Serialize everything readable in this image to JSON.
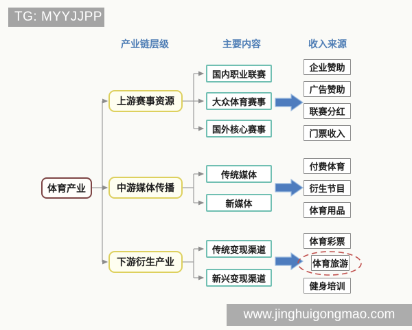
{
  "watermarks": {
    "top_badge": "TG: MYYJJPP",
    "footer_url": "www.jinghuigongmao.com"
  },
  "headers": {
    "level": "产业链层级",
    "content": "主要内容",
    "revenue": "收入来源"
  },
  "root": {
    "label": "体育产业"
  },
  "branches": [
    {
      "level": "上游赛事资源",
      "contents": [
        "国内职业联赛",
        "大众体育赛事",
        "国外核心赛事"
      ],
      "revenues": [
        "企业赞助",
        "广告赞助",
        "联赛分红",
        "门票收入"
      ]
    },
    {
      "level": "中游媒体传播",
      "contents": [
        "传统媒体",
        "新媒体"
      ],
      "revenues": [
        "付费体育",
        "衍生节目",
        "体育用品"
      ]
    },
    {
      "level": "下游衍生产业",
      "contents": [
        "传统变现渠道",
        "新兴变现渠道"
      ],
      "revenues": [
        "体育彩票",
        "体育旅游",
        "健身培训"
      ],
      "highlighted_revenue": "体育旅游"
    }
  ],
  "colors": {
    "header_text": "#4e7db5",
    "root_border": "#7d4545",
    "level_border": "#ddd05e",
    "level_fill": "#fefef0",
    "content_border": "#70bfb2",
    "revenue_border": "#8a8a8a",
    "flow_arrow_fill": "#4e7cbe",
    "flow_arrow_stroke": "#9dbce0",
    "connector_line": "#9b9b9b",
    "highlight_ellipse": "#c0504d",
    "badge_background": "#a4a4a4",
    "footer_background": "#acacac"
  }
}
